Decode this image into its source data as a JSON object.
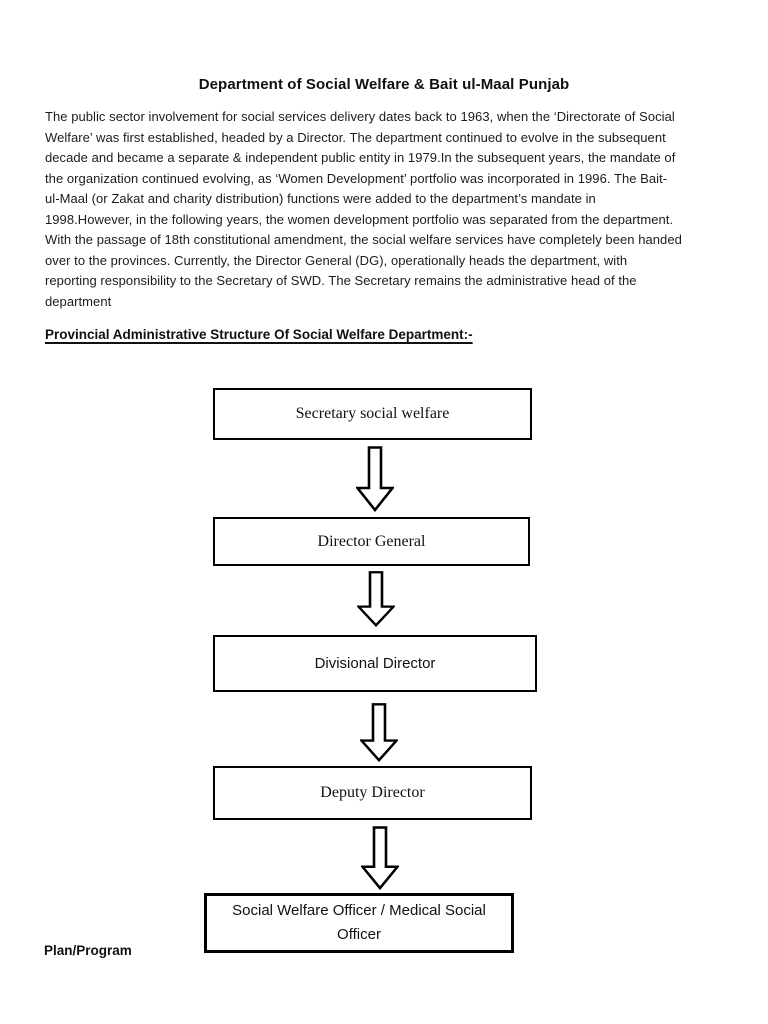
{
  "document": {
    "title": "Department of Social Welfare & Bait ul-Maal Punjab",
    "intro_lines": [
      "The public sector involvement for social services delivery dates back to 1963, when the ‘Directorate of Social",
      "Welfare’ was first established, headed by a Director. The department continued to evolve in the subsequent",
      "decade and became a separate & independent public entity in 1979.In the subsequent years, the mandate of",
      "the organization continued evolving, as ‘Women Development’ portfolio was incorporated in 1996. The Bait-",
      "ul-Maal (or Zakat and charity distribution) functions were added to the department’s mandate in",
      "1998.However, in the following years, the women development portfolio was separated from the department.",
      "With the passage of 18th constitutional amendment, the social welfare services have completely been handed",
      "over to the provinces. Currently, the Director General (DG), operationally heads the department, with",
      "reporting responsibility to the Secretary of SWD. The Secretary remains the administrative head of the",
      "department"
    ],
    "section_heading": "Provincial Administrative Structure Of Social Welfare Department:-",
    "footer_label": "Plan/Program"
  },
  "org_chart": {
    "connector": "down-block-arrow",
    "nodes": [
      {
        "rank": 1,
        "label": "Secretary social welfare"
      },
      {
        "rank": 2,
        "label": "Director General"
      },
      {
        "rank": 3,
        "label": "Divisional Director"
      },
      {
        "rank": 4,
        "label": "Deputy Director"
      },
      {
        "rank": 5,
        "label": "Social Welfare Officer / Medical Social Officer"
      }
    ]
  },
  "colors": {
    "background": "#ffffff",
    "text": "#1a1a1a",
    "box_border": "#000000",
    "arrow_fill": "#ffffff",
    "arrow_stroke": "#000000"
  }
}
